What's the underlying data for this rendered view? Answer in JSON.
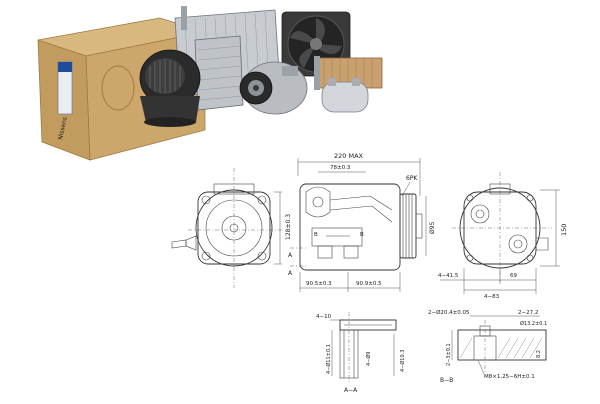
{
  "colors": {
    "box_front": "#c9a46a",
    "box_side": "#b58b52",
    "box_top": "#d8b87f",
    "drawing_line": "#333333",
    "parts_metal": "#b9bdc2",
    "parts_dark": "#2a2a2a"
  },
  "box": {
    "brand": "Nissens"
  },
  "drawings": {
    "side": {
      "width_max": "220 MAX",
      "dim_78": "78±0.3",
      "pulley": "6PK",
      "diam_95": "Ø95",
      "dim_90_5a": "90.5±0.3",
      "dim_90_9": "90.9±0.5",
      "label_b_left": "B",
      "label_b_right": "B",
      "label_a_top": "A",
      "label_a_bottom": "A"
    },
    "front": {
      "dim_128": "128±0.3"
    },
    "end": {
      "dim_150": "150",
      "dim_4_41_5": "4−41.5",
      "dim_69": "69",
      "dim_4_83": "4−83"
    },
    "section_aa": {
      "title": "A−A",
      "dim_4_10": "4−10",
      "dim_4_11": "4−Ø11±0.1",
      "dim_4_9": "4−Ø9",
      "dim_4_10_3": "4−Ø10.3"
    },
    "section_bb": {
      "title": "B−B",
      "dim_2_20_4": "2−Ø20.4±0.05",
      "dim_2_27_2": "2−27.2",
      "dim_13_2": "Ø13.2±0.1",
      "dim_2_3": "2−3±0.1",
      "dim_8_2": "8.2",
      "thread": "M8×1.25−6H±0.1"
    }
  }
}
